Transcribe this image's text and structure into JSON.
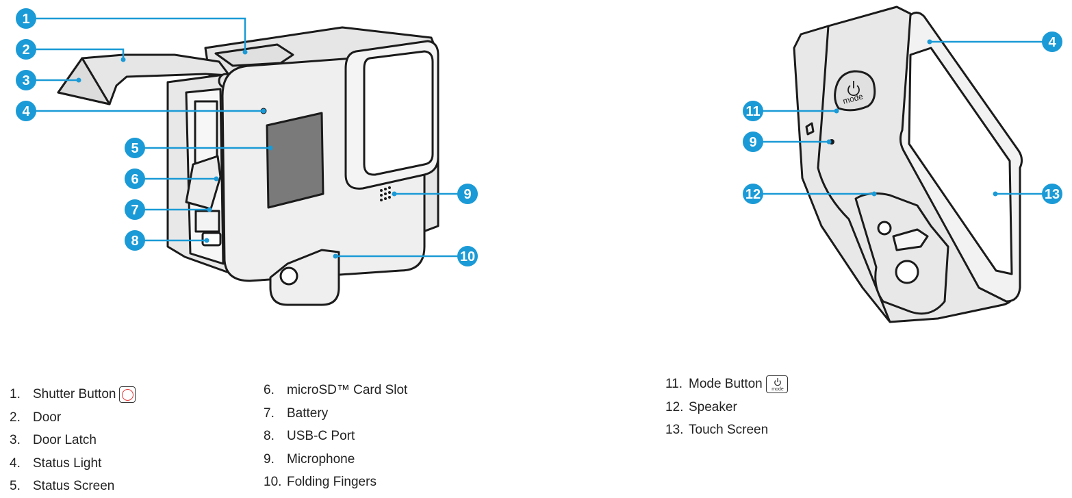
{
  "colors": {
    "callout": "#1a9ad6",
    "outline": "#1b1b1b",
    "body": "#eeeeee",
    "screen": "#7a7a7a",
    "shutter_ring": "#e63a3a"
  },
  "callouts": [
    "1",
    "2",
    "3",
    "4",
    "5",
    "6",
    "7",
    "8",
    "9",
    "10",
    "4",
    "11",
    "9",
    "12",
    "13"
  ],
  "legend_col1": [
    {
      "num": "1.",
      "label": "Shutter Button",
      "icon": "shutter-icon"
    },
    {
      "num": "2.",
      "label": "Door"
    },
    {
      "num": "3.",
      "label": "Door Latch"
    },
    {
      "num": "4.",
      "label": "Status Light"
    },
    {
      "num": "5.",
      "label": "Status Screen"
    }
  ],
  "legend_col2": [
    {
      "num": "6.",
      "label": "microSD™ Card Slot"
    },
    {
      "num": "7.",
      "label": "Battery"
    },
    {
      "num": "8.",
      "label": "USB-C Port"
    },
    {
      "num": "9.",
      "label": "Microphone"
    },
    {
      "num": "10.",
      "label": "Folding Fingers"
    }
  ],
  "legend_col3": [
    {
      "num": "11.",
      "label": "Mode Button",
      "icon": "mode-button-icon"
    },
    {
      "num": "12.",
      "label": "Speaker"
    },
    {
      "num": "13.",
      "label": "Touch Screen"
    }
  ],
  "mode_icon_text": "mode"
}
